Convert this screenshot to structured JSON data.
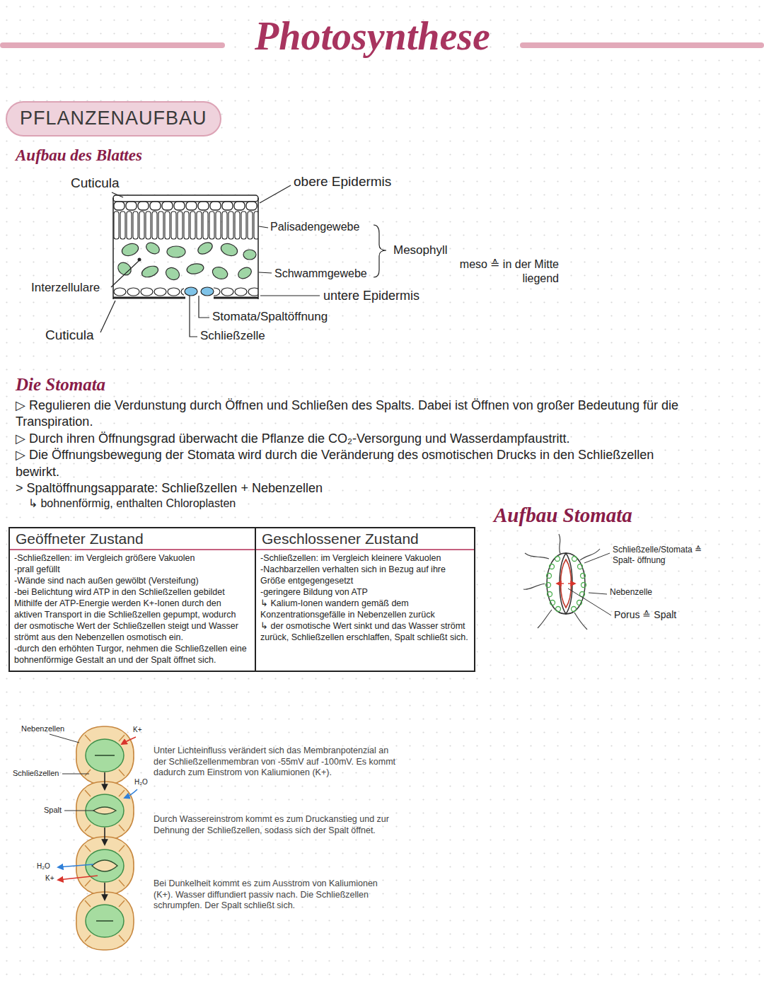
{
  "diagram": {
    "title": "Photosynthese",
    "nodes": [
      {
        "text": [
          "PFLANZENAUFBAU"
        ]
      },
      {
        "text": [
          "Geöffneter Zustand",
          "-Schließzellen: im Vergleich größere Vakuolen",
          "-prall gefüllt",
          "-Wände sind nach außen gewölbt (Versteifung)",
          "-bei Belichtung wird ATP in den Schließzellen gebildet",
          "Mithilfe der ATP-Energie werden K+-Ionen durch den aktiven Transport in die Schließzellen gepumpt, wodurch der osmotische Wert der Schließzellen steigt und Wasser strömt aus den Nebenzellen osmotisch ein.",
          "-durch den erhöhten Turgor, nehmen die Schließzellen eine bohnenförmige Gestalt an und der Spalt öffnet sich."
        ]
      },
      {
        "text": [
          "Geschlossener Zustand",
          "-Schließzellen: im Vergleich kleinere Vakuolen",
          "-Nachbarzellen verhalten sich in Bezug auf ihre Größe entgegengesetzt",
          "-geringere Bildung von ATP",
          "↳ Kalium-Ionen wandern gemäß dem Konzentrationsgefälle in Nebenzellen zurück",
          "↳ der osmotische Wert sinkt und das Wasser strömt zurück, Schließzellen erschlaffen, Spalt schließt sich."
        ]
      }
    ],
    "labels": [
      "Aufbau des Blattes",
      "Cuticula",
      "obere Epidermis",
      "Palisadengewebe",
      "Mesophyll",
      "meso ≙ in der Mitte liegend",
      "Schwammgewebe",
      "Interzellulare",
      "untere Epidermis",
      "Stomata/Spaltöffnung",
      "Schließzelle",
      "Cuticula",
      "Die Stomata",
      "▷ Regulieren die Verdunstung durch Öffnen und Schließen des Spalts. Dabei ist Öffnen von großer Bedeutung für die Transpiration.",
      "▷ Durch ihren Öffnungsgrad überwacht die Pflanze die CO₂-Versorgung und Wasserdampfaustritt.",
      "▷ Die Öffnungsbewegung der Stomata wird durch die Veränderung des osmotischen Drucks in den Schließzellen bewirkt.",
      "> Spaltöffnungsapparate: Schließzellen + Nebenzellen",
      "↳ bohnenförmig, enthalten Chloroplasten",
      "Aufbau Stomata",
      "Schließzelle/Stomata ≙ Spalt- öffnung",
      "Nebenzelle",
      "Porus ≙ Spalt",
      "Nebenzellen",
      "K+",
      "Schließzellen",
      "H₂O",
      "Spalt",
      "H₂O",
      "K+",
      "Unter Lichteinfluss verändert sich das Membranpotenzial an der Schließzellenmembran von -55mV auf -100mV. Es kommt dadurch zum Einstrom von Kaliumionen (K+).",
      "Durch Wassereinstrom kommt es zum Druckanstieg und zur Dehnung der Schließzellen, sodass sich der Spalt öffnet.",
      "Bei Dunkelheit kommt es zum Ausstrom von Kaliumionen (K+). Wasser diffundiert passiv nach. Die Schließzellen schrumpfen. Der Spalt schließt sich."
    ]
  }
}
